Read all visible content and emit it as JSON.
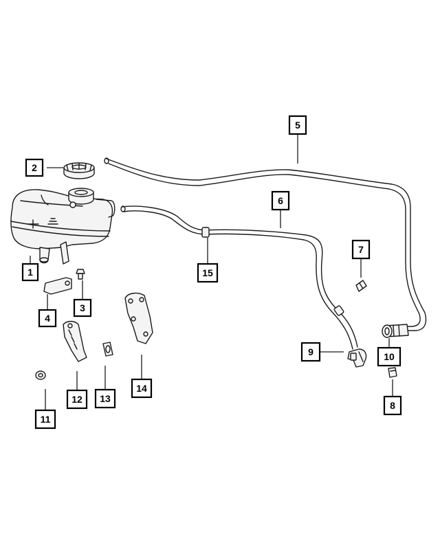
{
  "callouts": [
    "1",
    "2",
    "3",
    "4",
    "5",
    "6",
    "7",
    "8",
    "9",
    "10",
    "11",
    "12",
    "13",
    "14",
    "15"
  ],
  "colors": {
    "line": "#1a1a1a",
    "box_stroke": "#000000",
    "background": "#ffffff"
  }
}
